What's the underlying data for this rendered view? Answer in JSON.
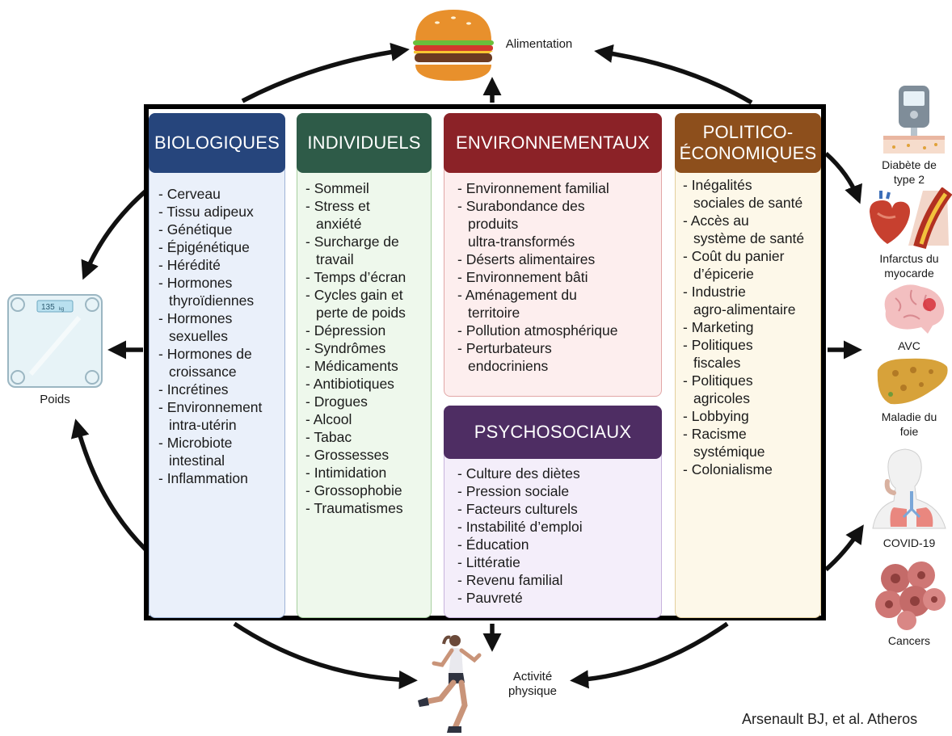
{
  "categories": {
    "biologiques": {
      "title": "BIOLOGIQUES",
      "items": [
        "- Cerveau",
        "- Tissu adipeux",
        "- Génétique",
        "- Épigénétique",
        "- Hérédité",
        "- Hormones\nthyroïdiennes",
        "- Hormones\nsexuelles",
        "- Hormones de\ncroissance",
        "- Incrétines",
        "- Environnement\nintra-utérin",
        "- Microbiote\nintestinal",
        "- Inflammation"
      ]
    },
    "individuels": {
      "title": "INDIVIDUELS",
      "items": [
        "- Sommeil",
        "- Stress et\nanxiété",
        "- Surcharge de\ntravail",
        "- Temps d’écran",
        "- Cycles gain et\nperte de poids",
        "- Dépression",
        "- Syndrômes",
        "- Médicaments",
        "- Antibiotiques",
        "- Drogues",
        "- Alcool",
        "- Tabac",
        "- Grossesses",
        "- Intimidation",
        "- Grossophobie",
        "- Traumatismes"
      ]
    },
    "environnementaux": {
      "title": "ENVIRONNEMENTAUX",
      "items": [
        "- Environnement familial",
        "- Surabondance des\nproduits\nultra-transformés",
        "- Déserts alimentaires",
        "- Environnement bâti",
        "- Aménagement du\nterritoire",
        "- Pollution atmosphérique",
        "- Perturbateurs\nendocriniens"
      ]
    },
    "psychosociaux": {
      "title": "PSYCHOSOCIAUX",
      "items": [
        "- Culture des diètes",
        "- Pression sociale",
        "- Facteurs culturels",
        "- Instabilité d’emploi",
        "- Éducation",
        "- Littératie",
        "- Revenu familial",
        "- Pauvreté"
      ]
    },
    "politico": {
      "title": "POLITICO-\nÉCONOMIQUES",
      "items": [
        "- Inégalités\nsociales de santé",
        "- Accès au\nsystème de santé",
        "- Coût du panier\nd’épicerie",
        "- Industrie\nagro-alimentaire",
        "- Marketing",
        "- Politiques\nfiscales",
        "- Politiques\nagricoles",
        "- Lobbying",
        "- Racisme\nsystémique",
        "- Colonialisme"
      ]
    }
  },
  "outer": {
    "alimentation": "Alimentation",
    "poids": "Poids",
    "activite": "Activité\nphysique",
    "scale_reading": "135",
    "scale_unit": "kg"
  },
  "outcomes": [
    {
      "label": "Diabète de\ntype 2",
      "icon": "glucometer-icon"
    },
    {
      "label": "Infarctus du\nmyocarde",
      "icon": "heart-icon"
    },
    {
      "label": "AVC",
      "icon": "brain-icon"
    },
    {
      "label": "Maladie du\nfoie",
      "icon": "liver-icon"
    },
    {
      "label": "COVID-19",
      "icon": "lungs-icon"
    },
    {
      "label": "Cancers",
      "icon": "cancer-cells-icon"
    }
  ],
  "citation": "Arsenault BJ, et al. Atheros",
  "colors": {
    "biologiques": "#26457c",
    "individuels": "#2e5b48",
    "environnementaux": "#8b2227",
    "psychosociaux": "#4e2d63",
    "politico": "#8d4f1c"
  }
}
